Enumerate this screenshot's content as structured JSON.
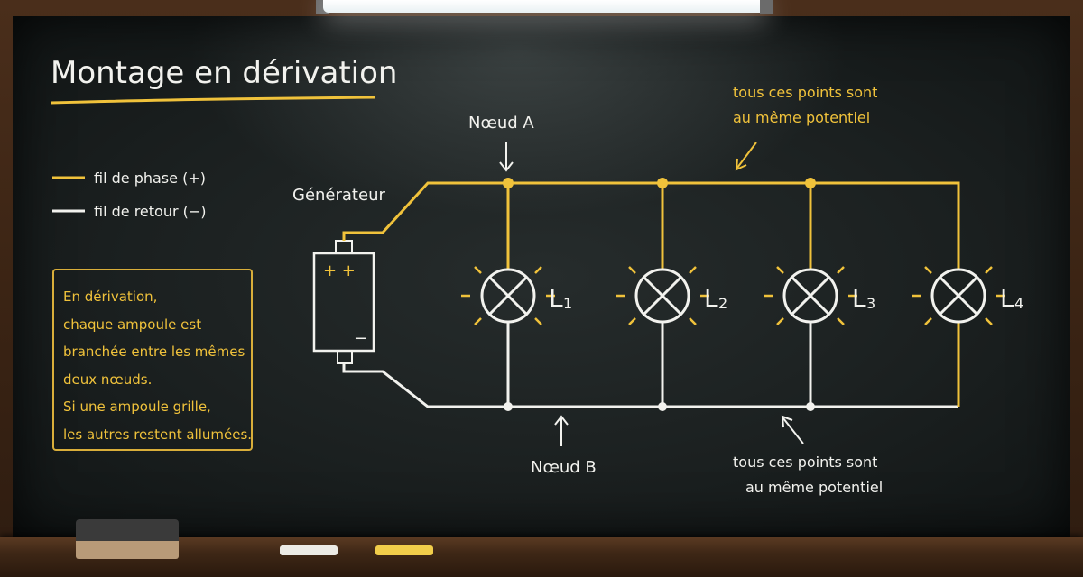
{
  "title": "Montage en dérivation",
  "legend": {
    "phase": "fil de phase (+)",
    "retour": "fil de retour (−)"
  },
  "info_box": {
    "lines": [
      "En dérivation,",
      "chaque ampoule est",
      "branchée entre les mêmes",
      "deux nœuds.",
      "Si une ampoule grille,",
      "les autres restent allumées."
    ]
  },
  "generator": {
    "label": "Générateur",
    "plus_symbols": "+ +",
    "minus_symbol": "−"
  },
  "nodes": {
    "a": "Nœud A",
    "b": "Nœud B"
  },
  "annotations": {
    "top": [
      "tous ces points sont",
      "au même potentiel"
    ],
    "bottom": [
      "tous ces points sont",
      "au même potentiel"
    ]
  },
  "lamps": [
    {
      "letter": "L",
      "index": "1"
    },
    {
      "letter": "L",
      "index": "2"
    },
    {
      "letter": "L",
      "index": "3"
    },
    {
      "letter": "L",
      "index": "4"
    }
  ],
  "colors": {
    "chalk_white": "#f2f2ee",
    "chalk_yellow": "#f0c23b",
    "board": "#1b2020",
    "frame": "#3b2414"
  }
}
